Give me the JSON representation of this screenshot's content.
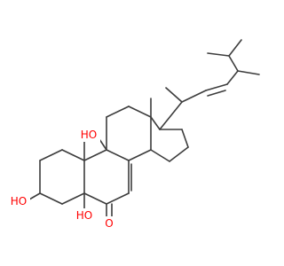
{
  "colors": {
    "bond": "#3c3c3c",
    "oxygen": "#ff0000",
    "background": "#ffffff"
  },
  "labels": {
    "hydroxyl_c3": "HO",
    "hydroxyl_c5": "HO",
    "hydroxyl_c9": "HO",
    "carbonyl_c6": "O"
  }
}
